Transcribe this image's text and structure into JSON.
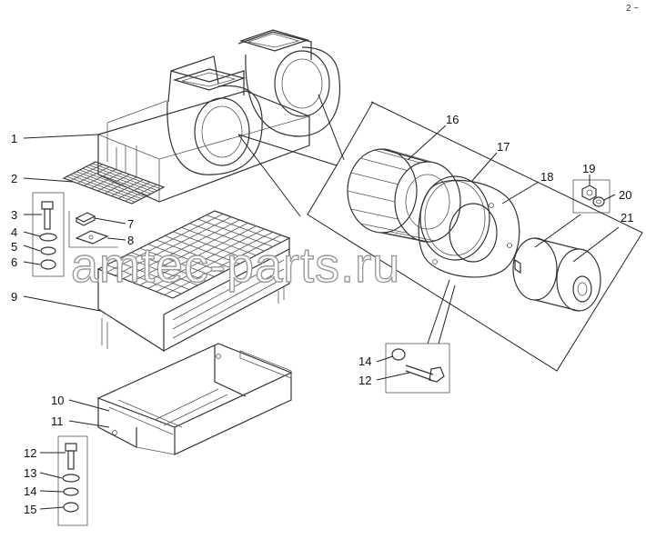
{
  "watermark": "amtec-parts.ru",
  "corner_mark": "2 ~",
  "callouts": [
    {
      "id": "c1",
      "text": "1"
    },
    {
      "id": "c2",
      "text": "2"
    },
    {
      "id": "c3",
      "text": "3"
    },
    {
      "id": "c4",
      "text": "4"
    },
    {
      "id": "c5",
      "text": "5"
    },
    {
      "id": "c6",
      "text": "6"
    },
    {
      "id": "c7",
      "text": "7"
    },
    {
      "id": "c8",
      "text": "8"
    },
    {
      "id": "c9",
      "text": "9"
    },
    {
      "id": "c10",
      "text": "10"
    },
    {
      "id": "c11",
      "text": "11"
    },
    {
      "id": "c12a",
      "text": "12"
    },
    {
      "id": "c13",
      "text": "13"
    },
    {
      "id": "c14a",
      "text": "14"
    },
    {
      "id": "c15",
      "text": "15"
    },
    {
      "id": "c16",
      "text": "16"
    },
    {
      "id": "c17",
      "text": "17"
    },
    {
      "id": "c18",
      "text": "18"
    },
    {
      "id": "c19",
      "text": "19"
    },
    {
      "id": "c20",
      "text": "20"
    },
    {
      "id": "c21",
      "text": "21"
    },
    {
      "id": "c14b",
      "text": "14"
    },
    {
      "id": "c12b",
      "text": "12"
    }
  ]
}
